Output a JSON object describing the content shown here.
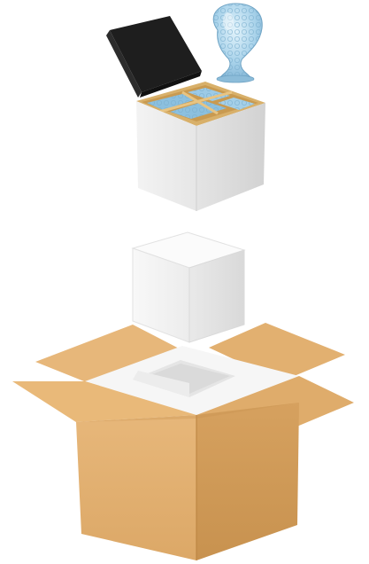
{
  "scene": {
    "description_items": [
      "gift-box-with-black-lid",
      "glass-vase",
      "foam-insert-cube",
      "open-cardboard-shipping-box"
    ]
  },
  "colors": {
    "background": "#ffffff",
    "cardboard": "#e3b172",
    "cardboard_dark": "#c8924f",
    "cardboard_light": "#efc98f",
    "gift_box_white": "#f4f4f4",
    "gift_box_shadow": "#dcdcdc",
    "lid_black": "#1f1f1f",
    "tray_gold": "#d8b06a",
    "glass_blue": "#9ec9e3",
    "glass_highlight": "#d6ecf8",
    "foam_white": "#f7f7f7",
    "foam_shade": "#e1e1e1"
  }
}
